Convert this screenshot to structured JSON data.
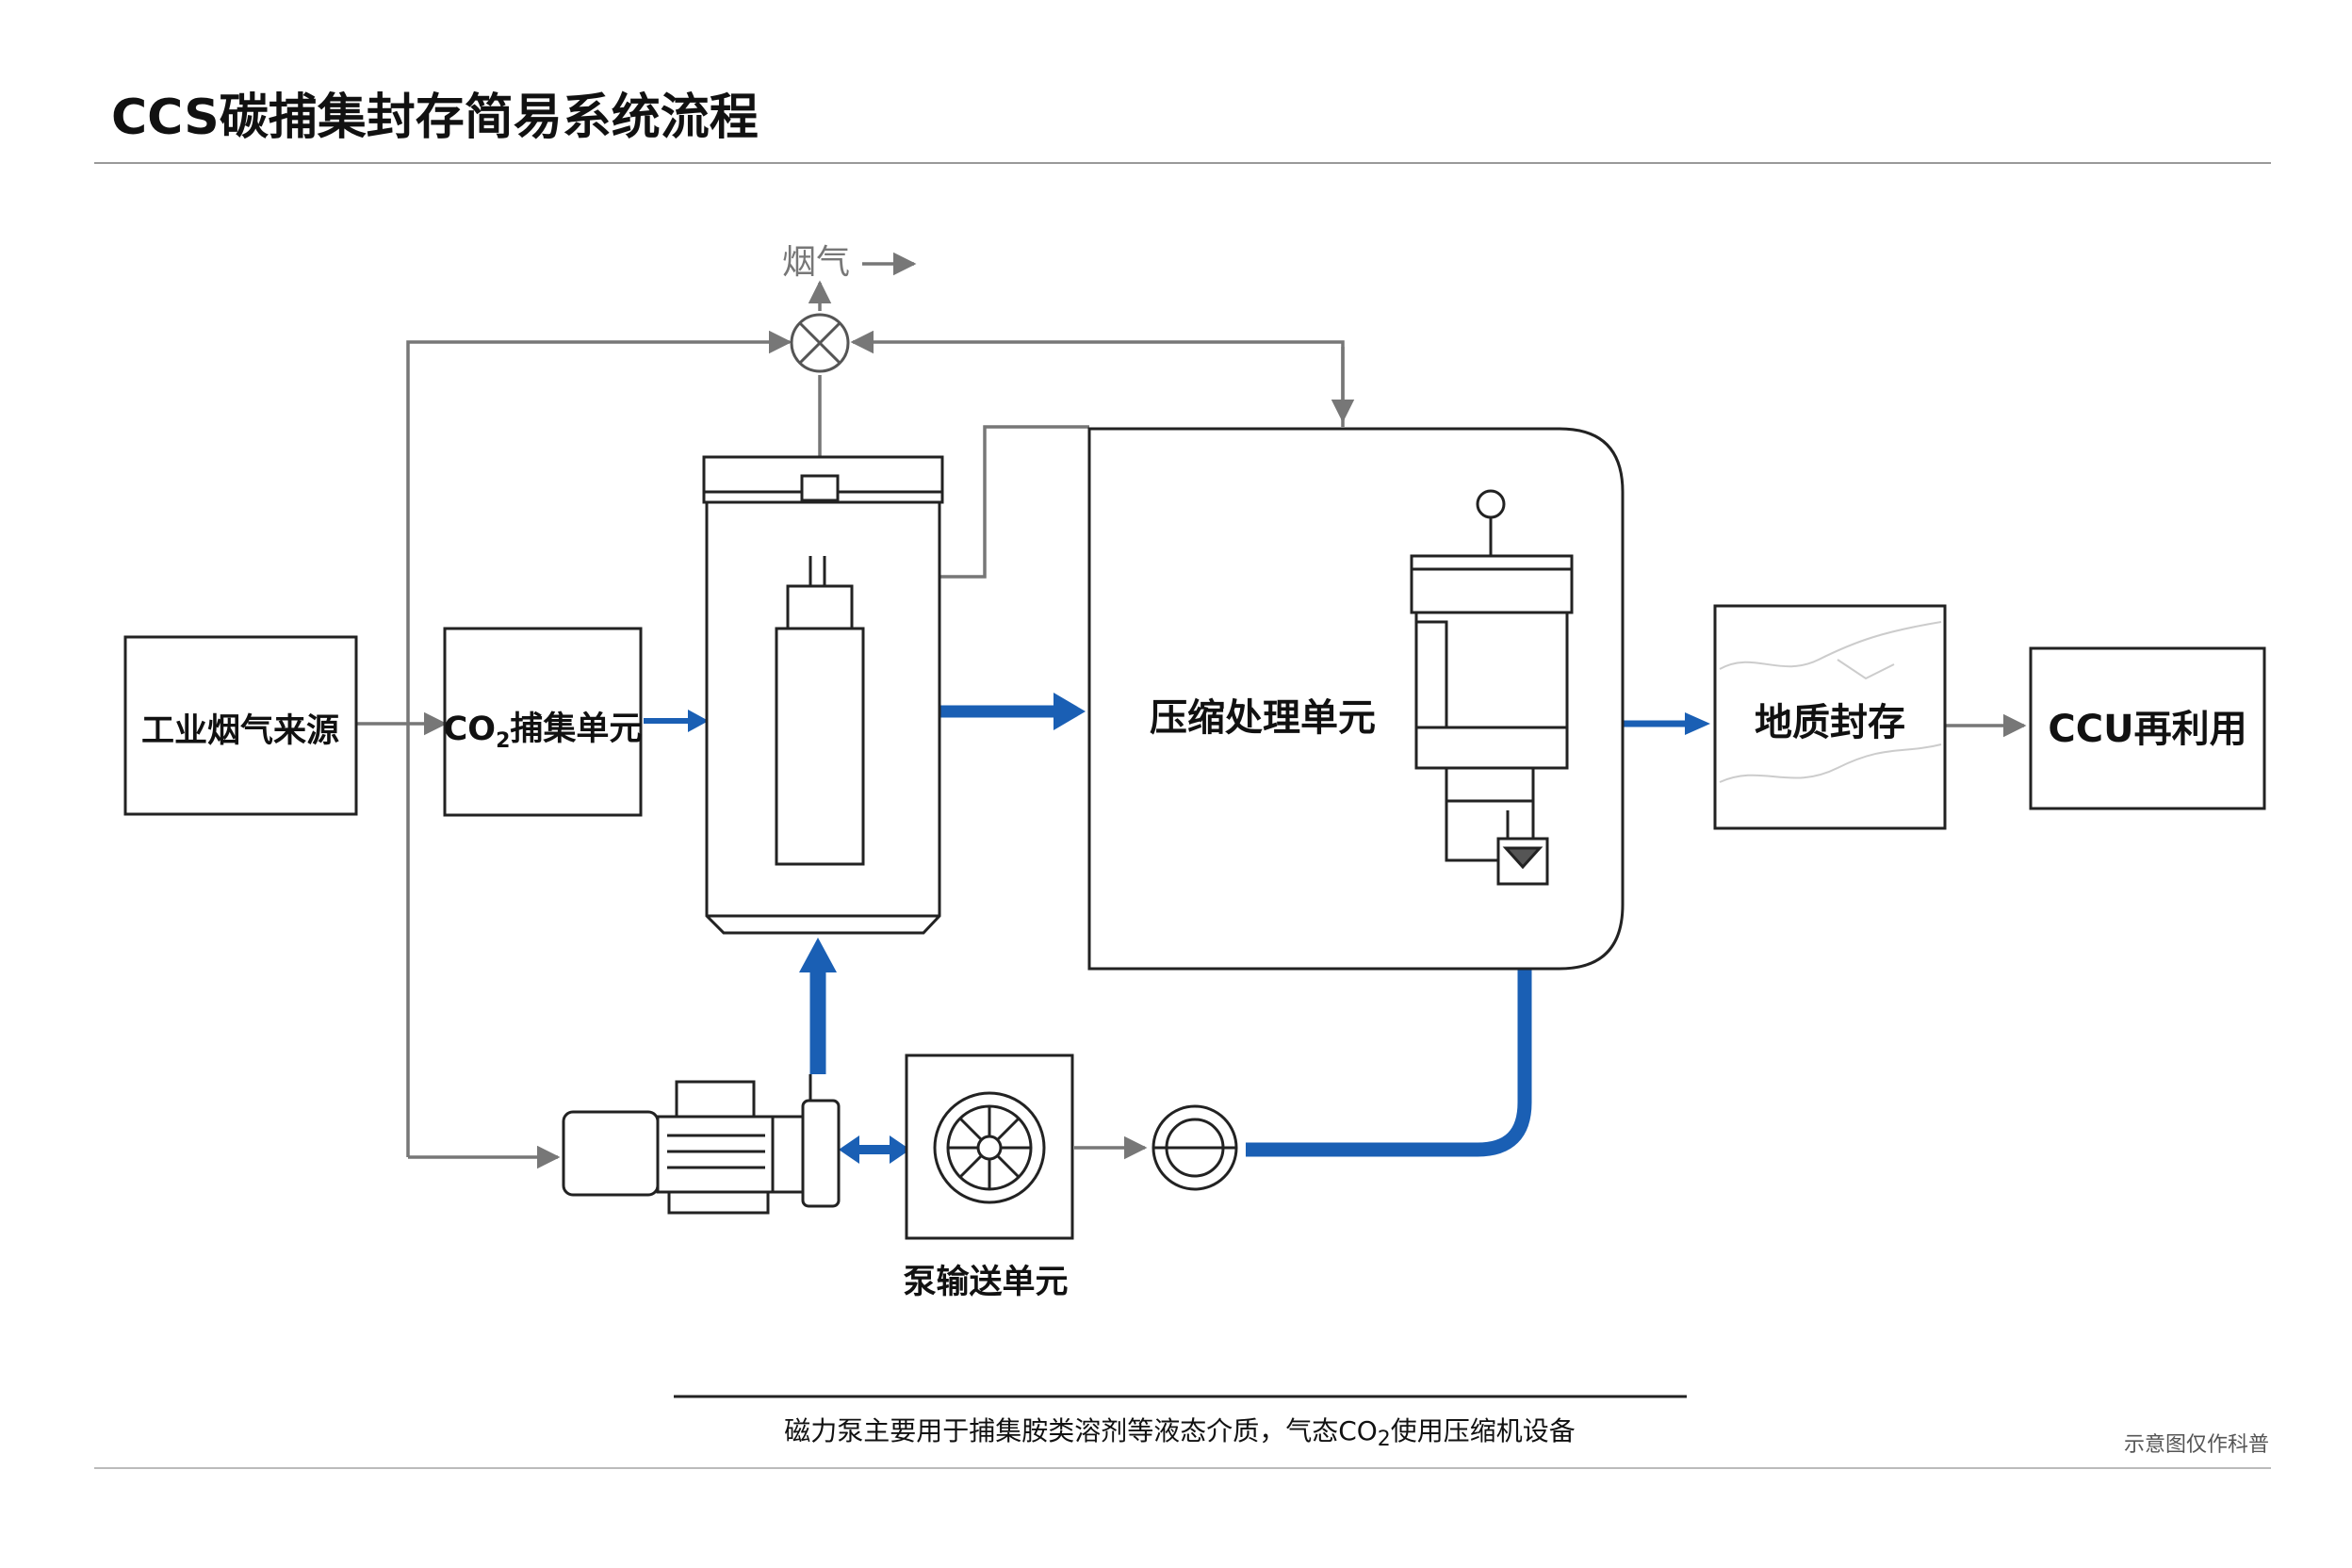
{
  "title": "CCS碳捕集封存简易系统流程",
  "nodes": {
    "source": "工业烟气来源",
    "capture_prefix": "CO",
    "capture_sub": "2",
    "capture_suffix": "捕集单元",
    "compression": "压缩处理单元",
    "storage": "地质封存",
    "ccu": "CCU再利用",
    "pump": "泵输送单元",
    "flue_gas": "烟气"
  },
  "caption": {
    "prefix": "磁力泵主要用于捕集胺类溶剂等液态介质，气态CO",
    "sub": "2",
    "suffix": "使用压缩机设备"
  },
  "note": "示意图仅作科普",
  "colors": {
    "flow_blue": "#1a5fb4",
    "line_gray": "#777777",
    "outline": "#222222"
  }
}
